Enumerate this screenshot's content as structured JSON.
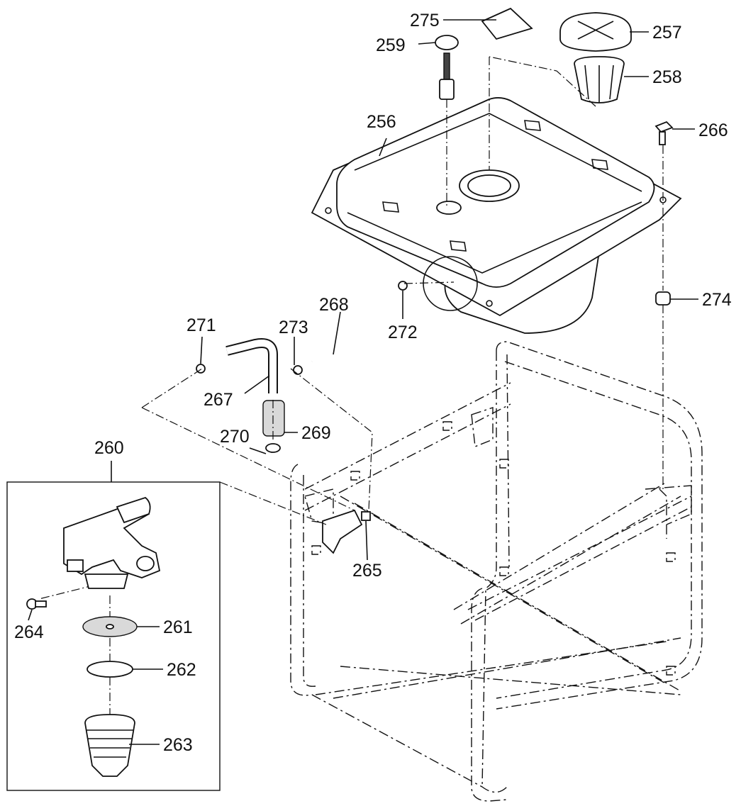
{
  "labels": {
    "p256": "256",
    "p257": "257",
    "p258": "258",
    "p259": "259",
    "p260": "260",
    "p261": "261",
    "p262": "262",
    "p263": "263",
    "p264": "264",
    "p265": "265",
    "p266": "266",
    "p267": "267",
    "p268": "268",
    "p269": "269",
    "p270": "270",
    "p271": "271",
    "p272": "272",
    "p273": "273",
    "p274": "274",
    "p275": "275"
  }
}
